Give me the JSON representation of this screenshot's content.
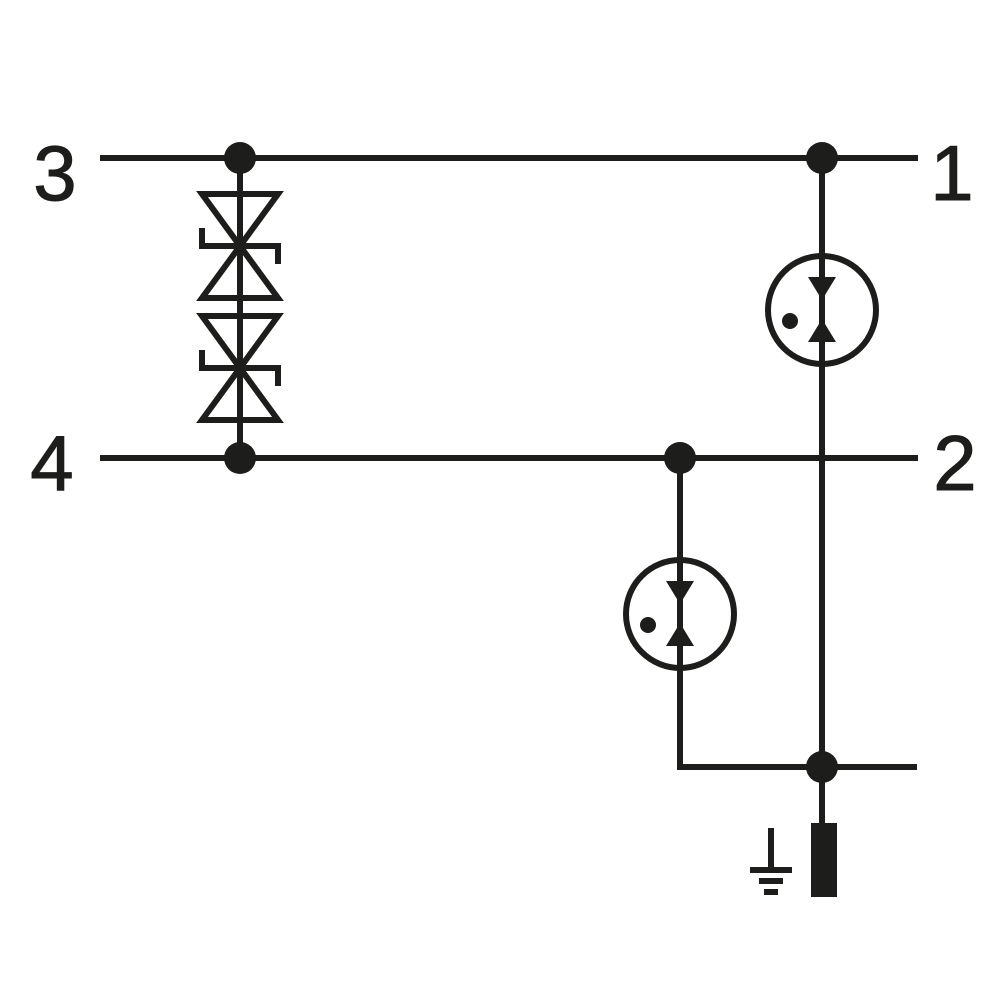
{
  "diagram": {
    "kind": "circuit-schematic",
    "colors": {
      "ink": "#1d1d1b",
      "background": "#ffffff"
    },
    "terminals": {
      "top_left": "3",
      "top_right": "1",
      "bottom_left": "4",
      "bottom_right": "2"
    },
    "components": {
      "suppressor_diode_upper": "bidirectional-suppressor-diode",
      "suppressor_diode_lower": "bidirectional-suppressor-diode",
      "gas_discharge_tube_1": "gas-discharge-tube-with-gas-filled-dot",
      "gas_discharge_tube_2": "gas-discharge-tube-with-gas-filled-dot",
      "earth_ground": "earth-ground-symbol",
      "terminal_pin": "ground-terminal-pin"
    }
  }
}
